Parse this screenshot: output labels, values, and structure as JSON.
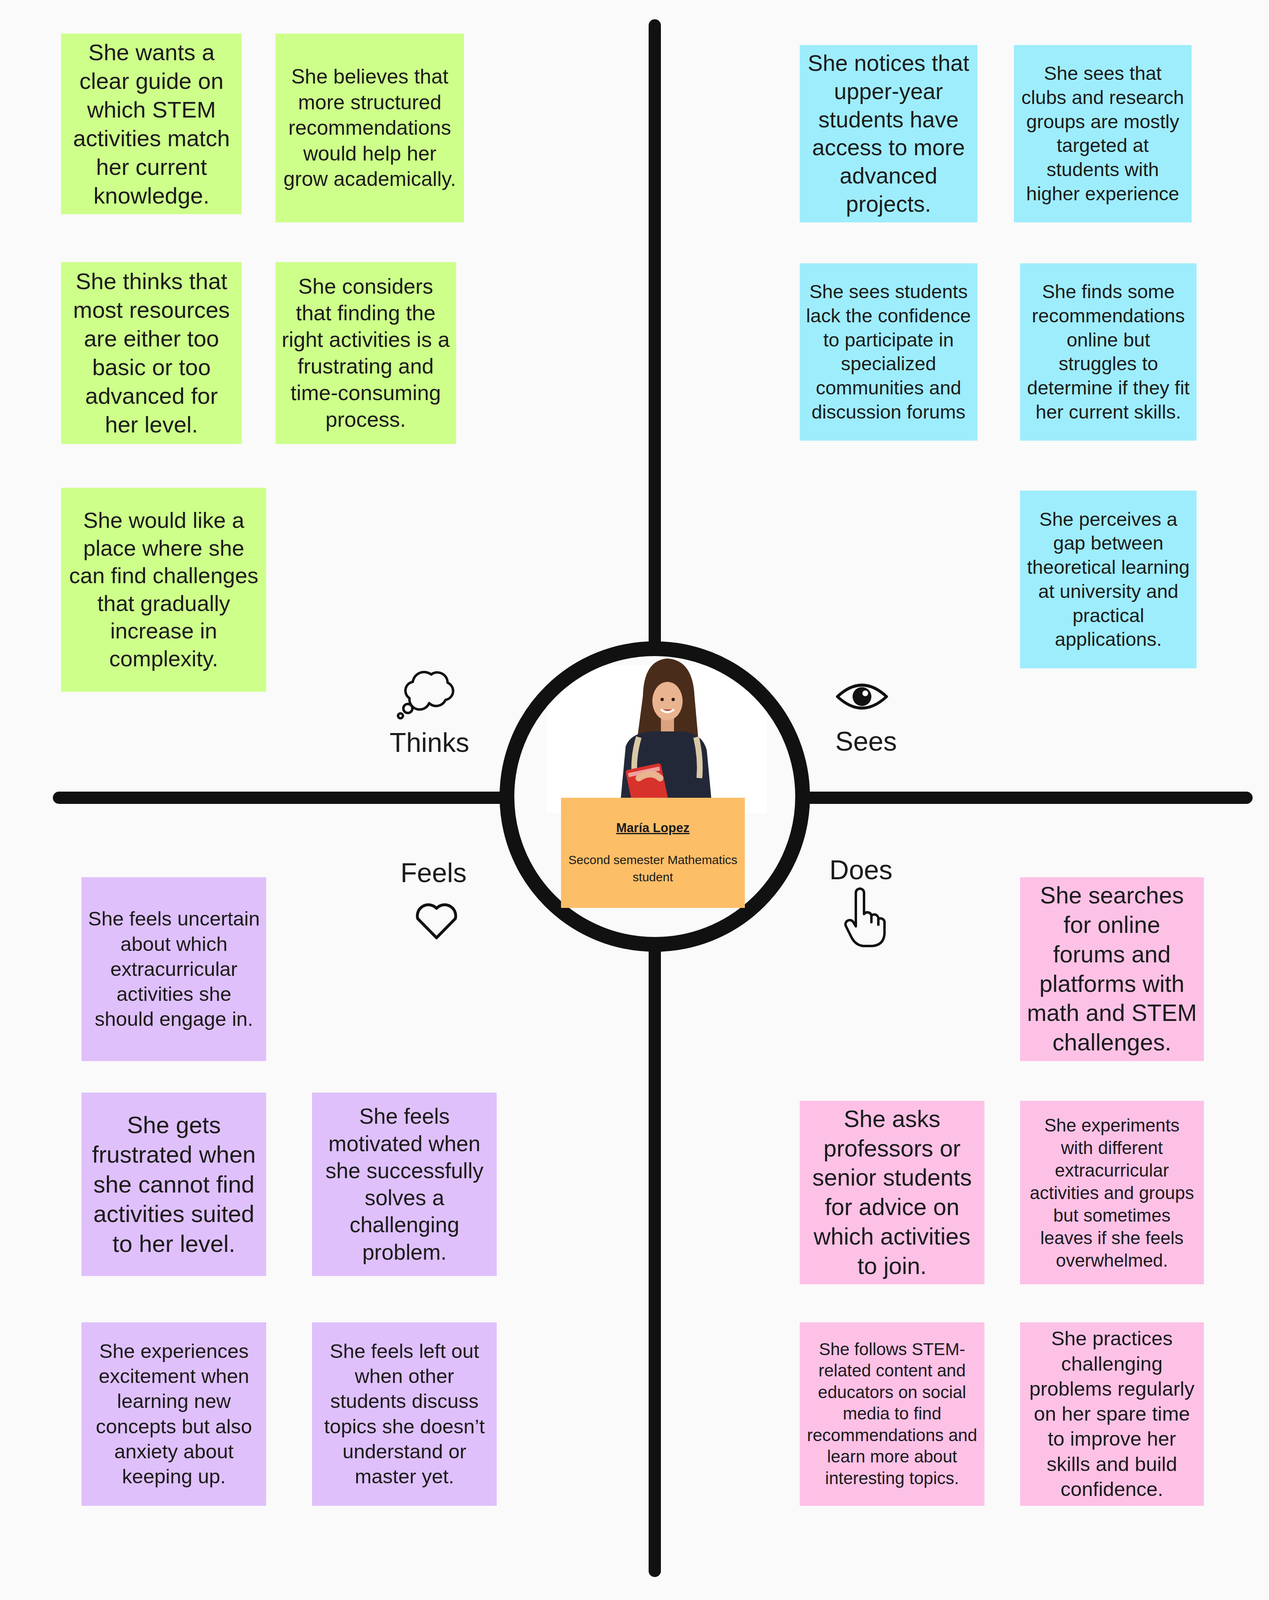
{
  "diagram": {
    "nodes": [
      {
        "text": [
          "She wants a clear guide on which STEM activities match her current knowledge."
        ]
      },
      {
        "text": [
          "She believes that more structured recommendations would help her grow academically."
        ]
      },
      {
        "text": [
          "She thinks that most resources are either too basic or too advanced for her level."
        ]
      },
      {
        "text": [
          "She considers that finding the right activities is a frustrating and time-consuming process."
        ]
      },
      {
        "text": [
          "She would like a place where she can find challenges that gradually increase in complexity."
        ]
      },
      {
        "text": [
          "She notices that upper-year students have access to more advanced projects."
        ]
      },
      {
        "text": [
          "She sees that clubs and research groups are mostly targeted at students with higher experience"
        ]
      },
      {
        "text": [
          "She sees students lack the confidence to participate in specialized communities and discussion forums"
        ]
      },
      {
        "text": [
          "She finds some recommendations online but struggles to determine if they fit her current skills."
        ]
      },
      {
        "text": [
          "She perceives a gap between theoretical learning at university and practical applications."
        ]
      },
      {
        "text": [
          "María Lopez",
          "Second semester Mathematics student"
        ]
      },
      {
        "text": [
          "She feels uncertain about which extracurricular activities she should engage in."
        ]
      },
      {
        "text": [
          "She gets frustrated when she cannot find activities suited to her level."
        ]
      },
      {
        "text": [
          "She feels motivated when she successfully solves a challenging problem."
        ]
      },
      {
        "text": [
          "She experiences excitement when learning new concepts but also anxiety about keeping up."
        ]
      },
      {
        "text": [
          "She feels left out when other students discuss topics she doesn’t understand or master yet."
        ]
      },
      {
        "text": [
          "She searches for online forums and platforms with math and STEM challenges."
        ]
      },
      {
        "text": [
          "She asks professors or senior students for advice on which activities to join."
        ]
      },
      {
        "text": [
          "She experiments with different extracurricular activities and groups but sometimes leaves if she feels overwhelmed."
        ]
      },
      {
        "text": [
          "She follows STEM-related content and educators on social media to find recommendations and learn more about interesting topics."
        ]
      },
      {
        "text": [
          "She practices challenging problems regularly on her spare time to improve her skills and build confidence."
        ]
      }
    ],
    "labels": [
      "Thinks",
      "Sees",
      "Feels",
      "Does"
    ]
  }
}
